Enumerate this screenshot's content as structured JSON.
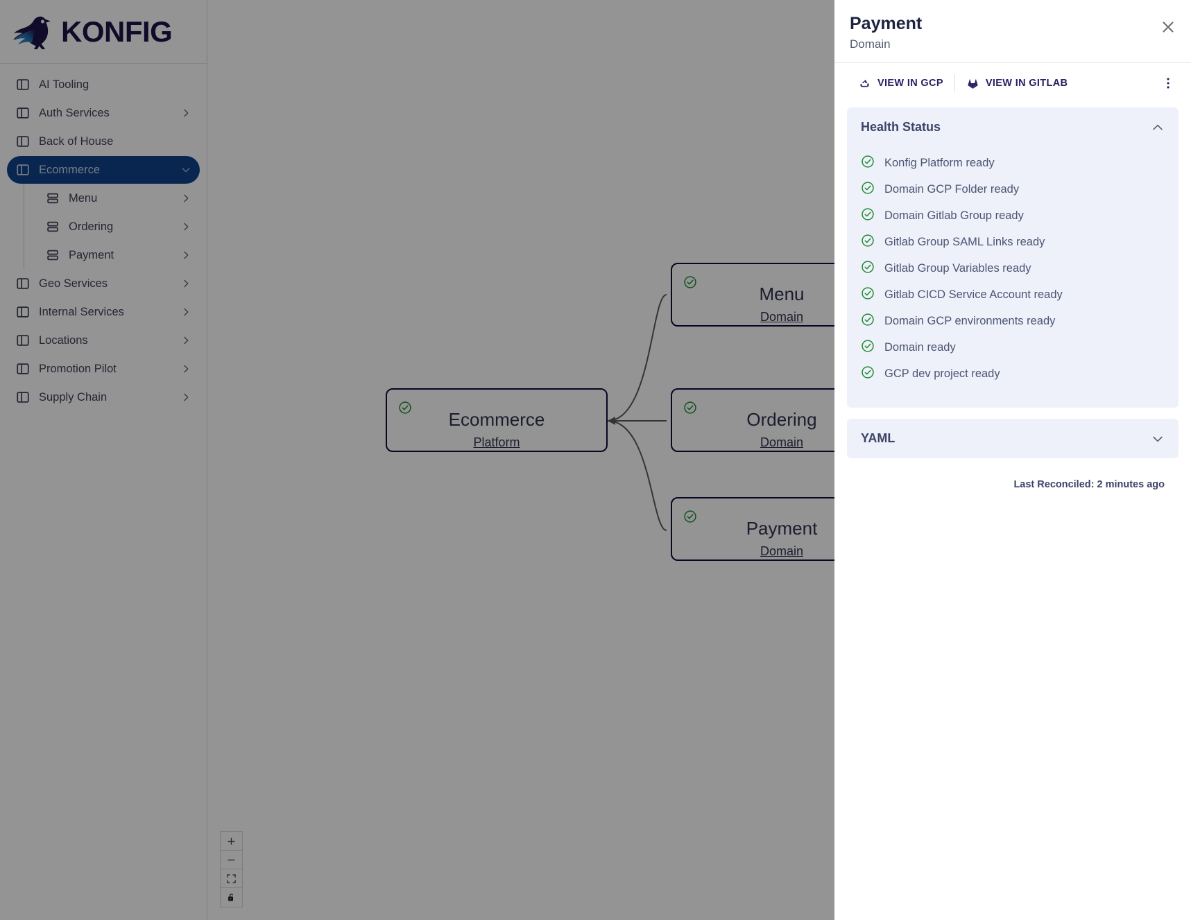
{
  "brand": {
    "name": "KONFIG"
  },
  "sidebar": {
    "items": [
      {
        "label": "AI Tooling",
        "icon": "panel-icon",
        "chevron": false,
        "active": false
      },
      {
        "label": "Auth Services",
        "icon": "panel-icon",
        "chevron": true,
        "active": false
      },
      {
        "label": "Back of House",
        "icon": "panel-icon",
        "chevron": false,
        "active": false
      },
      {
        "label": "Ecommerce",
        "icon": "panel-icon",
        "chevron": true,
        "active": true
      },
      {
        "label": "Geo Services",
        "icon": "panel-icon",
        "chevron": true,
        "active": false
      },
      {
        "label": "Internal Services",
        "icon": "panel-icon",
        "chevron": true,
        "active": false
      },
      {
        "label": "Locations",
        "icon": "panel-icon",
        "chevron": true,
        "active": false
      },
      {
        "label": "Promotion Pilot",
        "icon": "panel-icon",
        "chevron": true,
        "active": false
      },
      {
        "label": "Supply Chain",
        "icon": "panel-icon",
        "chevron": true,
        "active": false
      }
    ],
    "subitems": [
      {
        "label": "Menu",
        "icon": "layers-icon",
        "chevron": true
      },
      {
        "label": "Ordering",
        "icon": "layers-icon",
        "chevron": true
      },
      {
        "label": "Payment",
        "icon": "layers-icon",
        "chevron": true
      }
    ]
  },
  "graph": {
    "root": {
      "title": "Ecommerce",
      "subtitle": "Platform",
      "status": "check-circle-icon"
    },
    "children": [
      {
        "title": "Menu",
        "subtitle": "Domain",
        "status": "check-circle-icon"
      },
      {
        "title": "Ordering",
        "subtitle": "Domain",
        "status": "check-circle-icon"
      },
      {
        "title": "Payment",
        "subtitle": "Domain",
        "status": "check-circle-icon"
      }
    ],
    "controls": [
      {
        "name": "zoom-in-button",
        "icon": "plus-icon"
      },
      {
        "name": "zoom-out-button",
        "icon": "minus-icon"
      },
      {
        "name": "fit-view-button",
        "icon": "fit-screen-icon"
      },
      {
        "name": "lock-button",
        "icon": "lock-icon"
      }
    ]
  },
  "panel": {
    "title": "Payment",
    "subtitle": "Domain",
    "close_label": "Close",
    "actions": {
      "gcp_label": "VIEW IN GCP",
      "gitlab_label": "VIEW IN GITLAB",
      "more_label": "More options"
    },
    "health": {
      "title": "Health Status",
      "expanded": true,
      "items": [
        "Konfig Platform ready",
        "Domain GCP Folder ready",
        "Domain Gitlab Group ready",
        "Gitlab Group SAML Links ready",
        "Gitlab Group Variables ready",
        "Gitlab CICD Service Account ready",
        "Domain GCP environments ready",
        "Domain ready",
        "GCP dev project ready"
      ]
    },
    "yaml": {
      "title": "YAML",
      "expanded": false
    },
    "last_reconciled": "Last Reconciled: 2 minutes ago"
  },
  "colors": {
    "brand_navy": "#1a1347",
    "active_blue": "#0f4288",
    "card_bg": "#eef1fa",
    "status_green": "#1e8a32",
    "node_border": "#140a3d"
  }
}
